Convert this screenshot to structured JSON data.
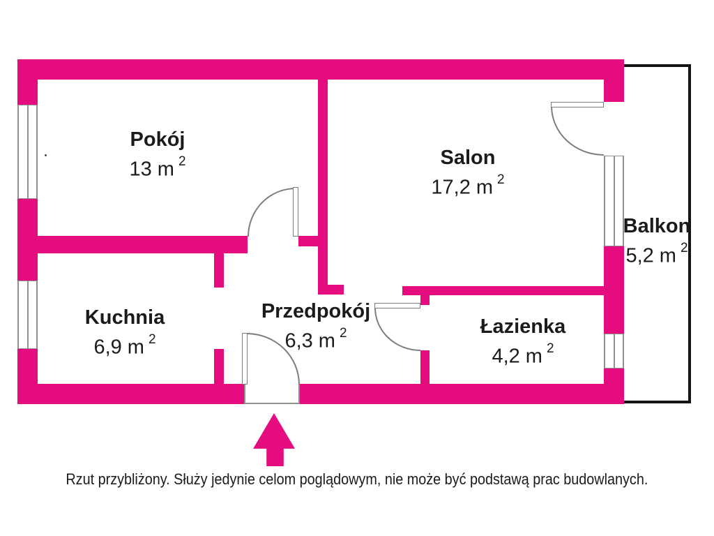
{
  "colors": {
    "wall": "#E40C7F",
    "balcony_outline": "#141414",
    "ink": "#1B1B1B",
    "window_frame": "#8F8F8F",
    "door_line": "#7E7E7E"
  },
  "rooms": [
    {
      "id": "pokoj",
      "name": "Pokój",
      "area": "13 m",
      "sup": "2"
    },
    {
      "id": "salon",
      "name": "Salon",
      "area": "17,2 m",
      "sup": "2"
    },
    {
      "id": "kuchnia",
      "name": "Kuchnia",
      "area": "6,9 m",
      "sup": "2"
    },
    {
      "id": "przedpokoj",
      "name": "Przedpokój",
      "area": "6,3 m",
      "sup": "2"
    },
    {
      "id": "lazienka",
      "name": "Łazienka",
      "area": "4,2 m",
      "sup": "2"
    },
    {
      "id": "balkon",
      "name": "Balkon",
      "area": "5,2 m",
      "sup": "2"
    }
  ],
  "icons": {
    "entrance_arrow": "up-arrow"
  },
  "disclaimer": "Rzut przybliżony. Służy jedynie celom poglądowym, nie może być podstawą prac budowlanych."
}
